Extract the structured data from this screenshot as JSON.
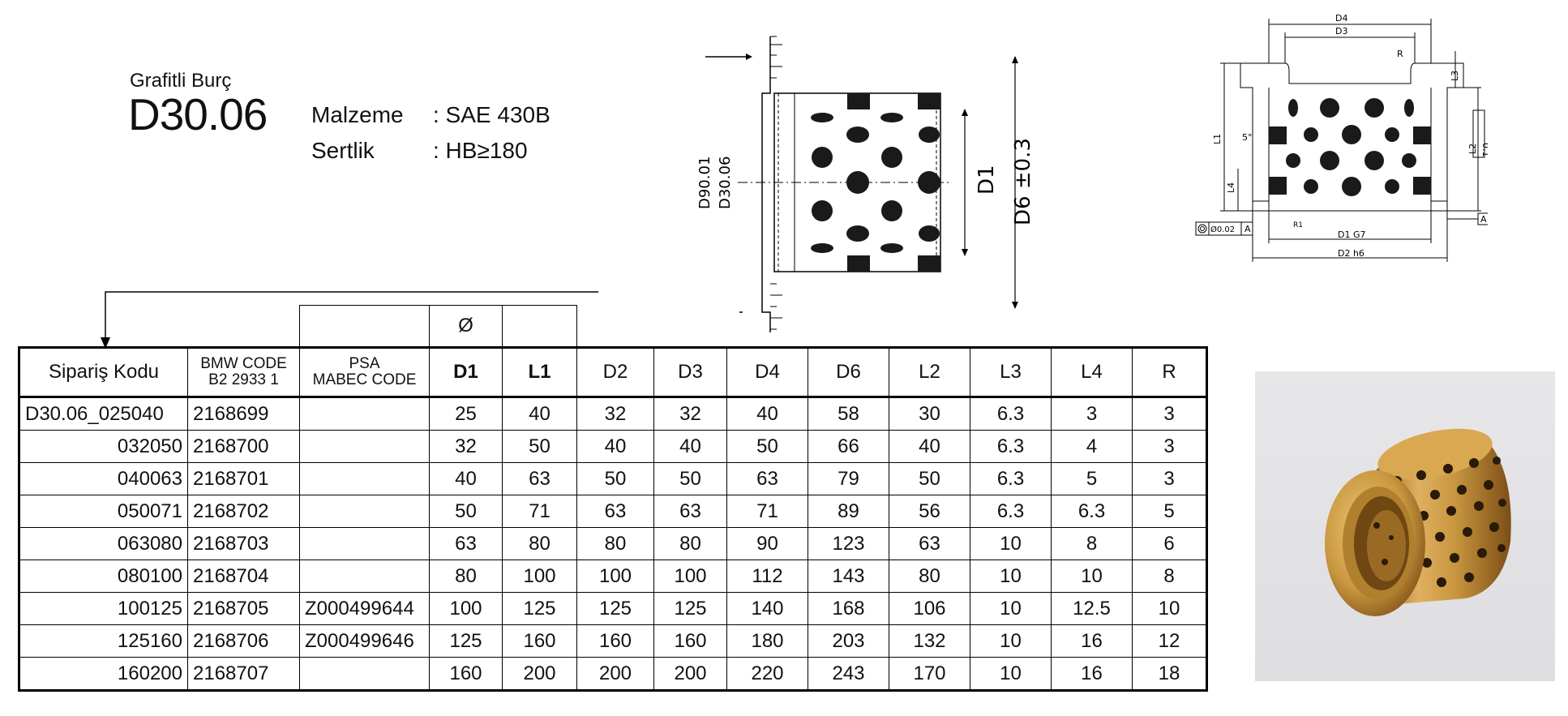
{
  "header": {
    "subtitle": "Grafitli Burç",
    "code": "D30.06",
    "material_label": "Malzeme",
    "material_value": ": SAE 430B",
    "hardness_label": "Sertlik",
    "hardness_value": ": HB≥180"
  },
  "drawing_left": {
    "label_d9001": "D90.01",
    "label_d3006": "D30.06",
    "label_d1": "D1",
    "label_d6": "D6 ±0.3"
  },
  "drawing_right": {
    "d4": "D4",
    "d3": "D3",
    "r": "R",
    "l3": "L3",
    "angle": "5°",
    "l1": "L1",
    "l2": "L2",
    "l4": "L4",
    "tol": "0.1",
    "datum_a": "A",
    "r1": "R1",
    "d1g7": "D1 G7",
    "d2h6": "D2 h6",
    "concentricity": "Ø0.02"
  },
  "table": {
    "diameter_symbol": "Ø",
    "headers": [
      "Sipariş Kodu",
      "BMW CODE\nB2 2933 1",
      "PSA\nMABEC CODE",
      "D1",
      "L1",
      "D2",
      "D3",
      "D4",
      "D6",
      "L2",
      "L3",
      "L4",
      "R"
    ],
    "rows": [
      [
        "D30.06_025040",
        "2168699",
        "",
        "25",
        "40",
        "32",
        "32",
        "40",
        "58",
        "30",
        "6.3",
        "3",
        "3"
      ],
      [
        "032050",
        "2168700",
        "",
        "32",
        "50",
        "40",
        "40",
        "50",
        "66",
        "40",
        "6.3",
        "4",
        "3"
      ],
      [
        "040063",
        "2168701",
        "",
        "40",
        "63",
        "50",
        "50",
        "63",
        "79",
        "50",
        "6.3",
        "5",
        "3"
      ],
      [
        "050071",
        "2168702",
        "",
        "50",
        "71",
        "63",
        "63",
        "71",
        "89",
        "56",
        "6.3",
        "6.3",
        "5"
      ],
      [
        "063080",
        "2168703",
        "",
        "63",
        "80",
        "80",
        "80",
        "90",
        "123",
        "63",
        "10",
        "8",
        "6"
      ],
      [
        "080100",
        "2168704",
        "",
        "80",
        "100",
        "100",
        "100",
        "112",
        "143",
        "80",
        "10",
        "10",
        "8"
      ],
      [
        "100125",
        "2168705",
        "Z000499644",
        "100",
        "125",
        "125",
        "125",
        "140",
        "168",
        "106",
        "10",
        "12.5",
        "10"
      ],
      [
        "125160",
        "2168706",
        "Z000499646",
        "125",
        "160",
        "160",
        "160",
        "180",
        "203",
        "132",
        "10",
        "16",
        "12"
      ],
      [
        "160200",
        "2168707",
        "",
        "160",
        "200",
        "200",
        "200",
        "220",
        "243",
        "170",
        "10",
        "16",
        "18"
      ]
    ]
  },
  "colors": {
    "bronze": "#c9973f",
    "graphite": "#1a1a1a",
    "photo_bg": "#e3e3e5"
  }
}
